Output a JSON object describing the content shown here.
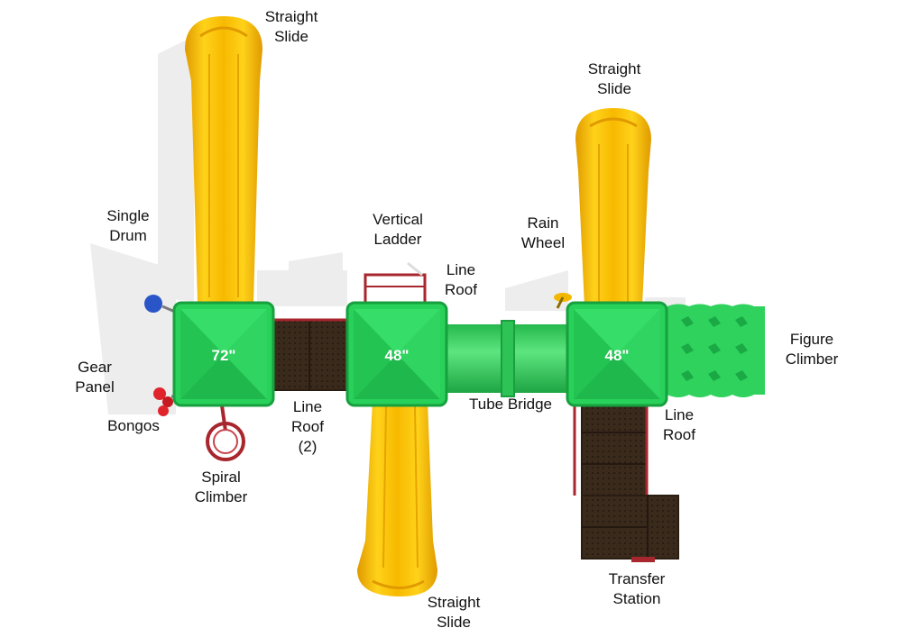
{
  "colors": {
    "slide": "#f7bd00",
    "slide_dark": "#e19a00",
    "slide_light": "#ffe24d",
    "roof": "#27d25a",
    "roof_dark": "#15a63b",
    "tube": "#40d766",
    "deck": "#3c2a1c",
    "rail": "#a8262e",
    "shadow": "#ececec"
  },
  "decks": [
    {
      "height": "72\""
    },
    {
      "height": "48\""
    },
    {
      "height": "48\""
    }
  ],
  "labels": [
    {
      "id": "straight-slide-top-left",
      "text": "Straight\nSlide"
    },
    {
      "id": "straight-slide-top-right",
      "text": "Straight\nSlide"
    },
    {
      "id": "single-drum",
      "text": "Single\nDrum"
    },
    {
      "id": "vertical-ladder",
      "text": "Vertical\nLadder"
    },
    {
      "id": "rain-wheel",
      "text": "Rain\nWheel"
    },
    {
      "id": "line-roof-top",
      "text": "Line\nRoof"
    },
    {
      "id": "figure-climber",
      "text": "Figure\nClimber"
    },
    {
      "id": "gear-panel",
      "text": "Gear\nPanel"
    },
    {
      "id": "bongos",
      "text": "Bongos"
    },
    {
      "id": "line-roof-2",
      "text": "Line\nRoof\n(2)"
    },
    {
      "id": "tube-bridge",
      "text": "Tube Bridge"
    },
    {
      "id": "line-roof-right",
      "text": "Line\nRoof"
    },
    {
      "id": "spiral-climber",
      "text": "Spiral\nClimber"
    },
    {
      "id": "transfer-station",
      "text": "Transfer\nStation"
    },
    {
      "id": "straight-slide-bottom",
      "text": "Straight\nSlide"
    }
  ]
}
